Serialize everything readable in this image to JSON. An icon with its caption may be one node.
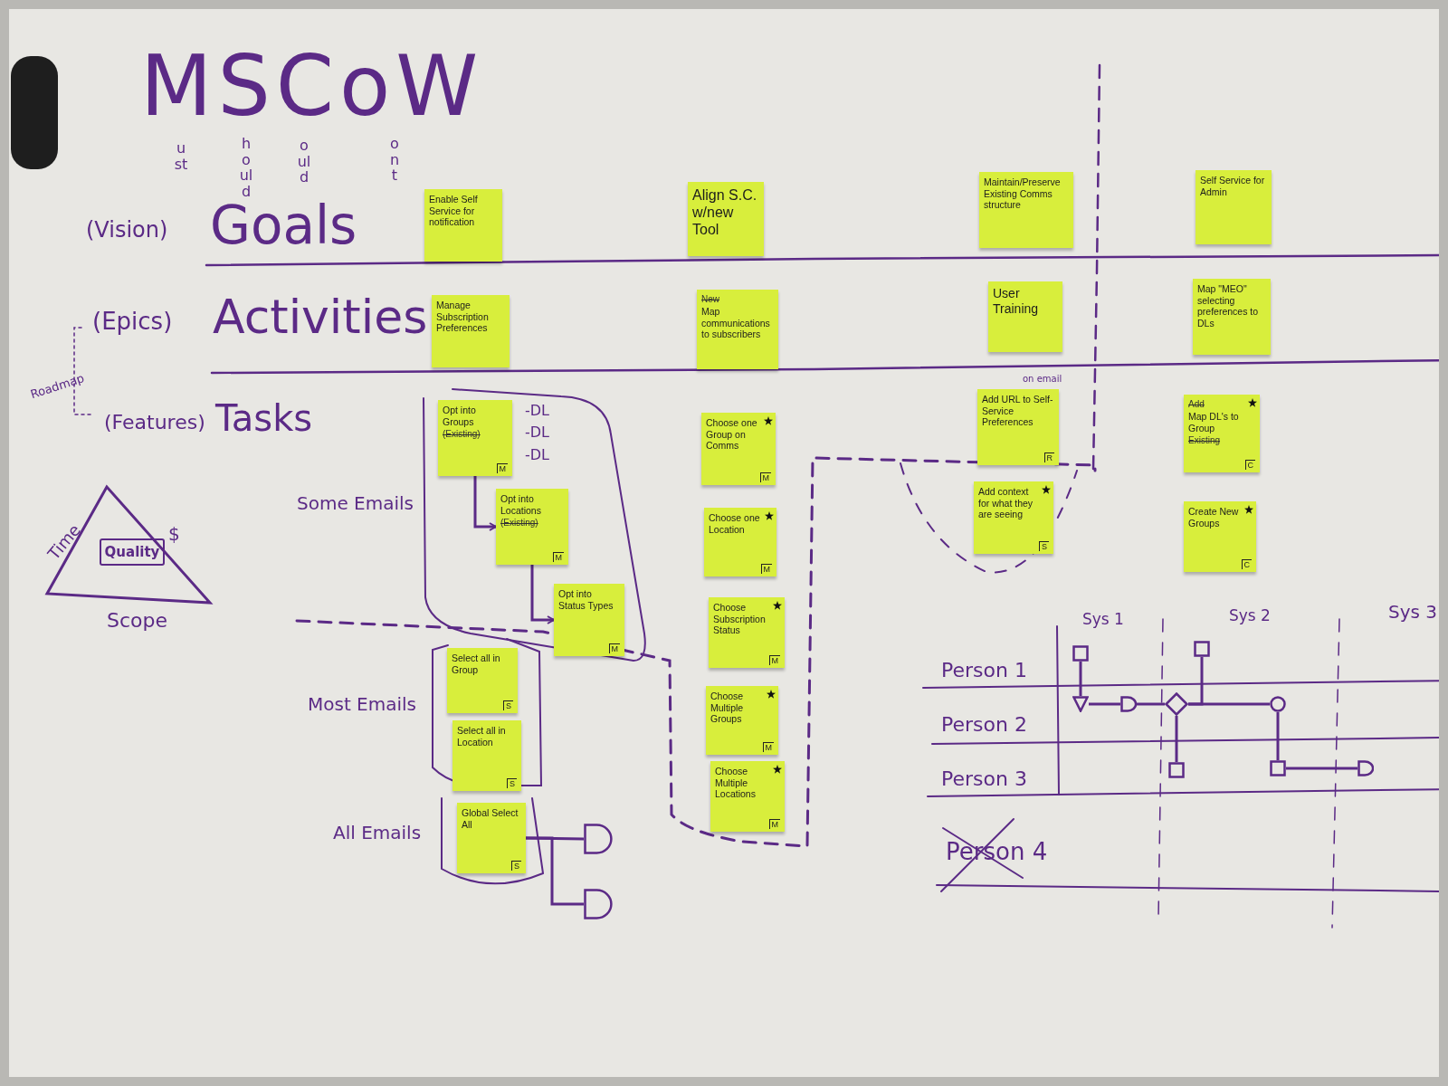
{
  "diagram": {
    "title": "MSCoW",
    "nodes": [
      {
        "text": [
          "Enable Self Service for notification"
        ]
      },
      {
        "text": [
          "Align S.C. w/new Tool"
        ]
      },
      {
        "text": [
          "Maintain/Preserve Existing Comms structure"
        ]
      },
      {
        "text": [
          "Self Service for Admin"
        ]
      },
      {
        "text": [
          "Manage Subscription Preferences"
        ]
      },
      {
        "text": [
          "Map communications to subscribers"
        ]
      },
      {
        "text": [
          "User Training"
        ]
      },
      {
        "text": [
          "Map \"MEO\" selecting preferences to DLs"
        ]
      },
      {
        "text": [
          "Opt into Groups",
          "M"
        ]
      },
      {
        "text": [
          "Opt into Locations",
          "M"
        ]
      },
      {
        "text": [
          "Opt into Status Types",
          "M"
        ]
      },
      {
        "text": [
          "Select all in Group",
          "S"
        ]
      },
      {
        "text": [
          "Select all in Location",
          "S"
        ]
      },
      {
        "text": [
          "Global Select All",
          "S"
        ]
      },
      {
        "text": [
          "Choose one Group on Comms",
          "M"
        ]
      },
      {
        "text": [
          "Choose one Location",
          "M"
        ]
      },
      {
        "text": [
          "Choose Subscription Status",
          "M"
        ]
      },
      {
        "text": [
          "Choose Multiple Groups",
          "M"
        ]
      },
      {
        "text": [
          "Choose Multiple Locations",
          "M"
        ]
      },
      {
        "text": [
          "Add URL to Self-Service Preferences",
          "R"
        ]
      },
      {
        "text": [
          "Add context for what they are seeing",
          "S"
        ]
      },
      {
        "text": [
          "Map DL's to Group",
          "C"
        ]
      },
      {
        "text": [
          "Create New Groups",
          "C"
        ]
      },
      {
        "text": [
          "Quality"
        ]
      },
      {
        "text": [],
        "shape": "box"
      },
      {
        "text": [],
        "shape": "triangle"
      },
      {
        "text": [],
        "shape": "delay"
      },
      {
        "text": [],
        "shape": "diamond"
      },
      {
        "text": [],
        "shape": "box"
      },
      {
        "text": [],
        "shape": "box"
      },
      {
        "text": [],
        "shape": "circle"
      },
      {
        "text": [],
        "shape": "box"
      },
      {
        "text": [],
        "shape": "delay"
      },
      {
        "text": [],
        "shape": "delay"
      },
      {
        "text": [],
        "shape": "delay"
      }
    ],
    "edges": [
      {
        "from": 8,
        "to": 9,
        "arrow": "to"
      },
      {
        "from": 9,
        "to": 10,
        "arrow": "to"
      },
      {
        "from": 24,
        "to": 25,
        "arrow": "none"
      },
      {
        "from": 25,
        "to": 26,
        "arrow": "none"
      },
      {
        "from": 26,
        "to": 27,
        "arrow": "none"
      },
      {
        "from": 27,
        "to": 28,
        "arrow": "none"
      },
      {
        "from": 27,
        "to": 30,
        "arrow": "none"
      },
      {
        "from": 27,
        "to": 29,
        "arrow": "none"
      },
      {
        "from": 30,
        "to": 31,
        "arrow": "none"
      },
      {
        "from": 31,
        "to": 32,
        "arrow": "none"
      },
      {
        "from": 13,
        "to": 33,
        "arrow": "none"
      },
      {
        "from": 13,
        "to": 34,
        "arrow": "none"
      }
    ],
    "labels": [
      "ust",
      "hould",
      "ould",
      "ont",
      "(Vision)",
      "Goals",
      "(Epics)",
      "Activities",
      "Roadmap",
      "(Features)",
      "Tasks",
      "-DL",
      "-DL",
      "-DL",
      "on email",
      "Time",
      "$",
      "Scope",
      "Some Emails",
      "Most Emails",
      "Sys 1",
      "Sys 2",
      "Sys 3",
      "Person 1",
      "Person 2",
      "Person 3",
      "All Emails",
      "Person 4",
      "New",
      "(Existing)",
      "(Existing)",
      "Add",
      "Existing"
    ]
  }
}
